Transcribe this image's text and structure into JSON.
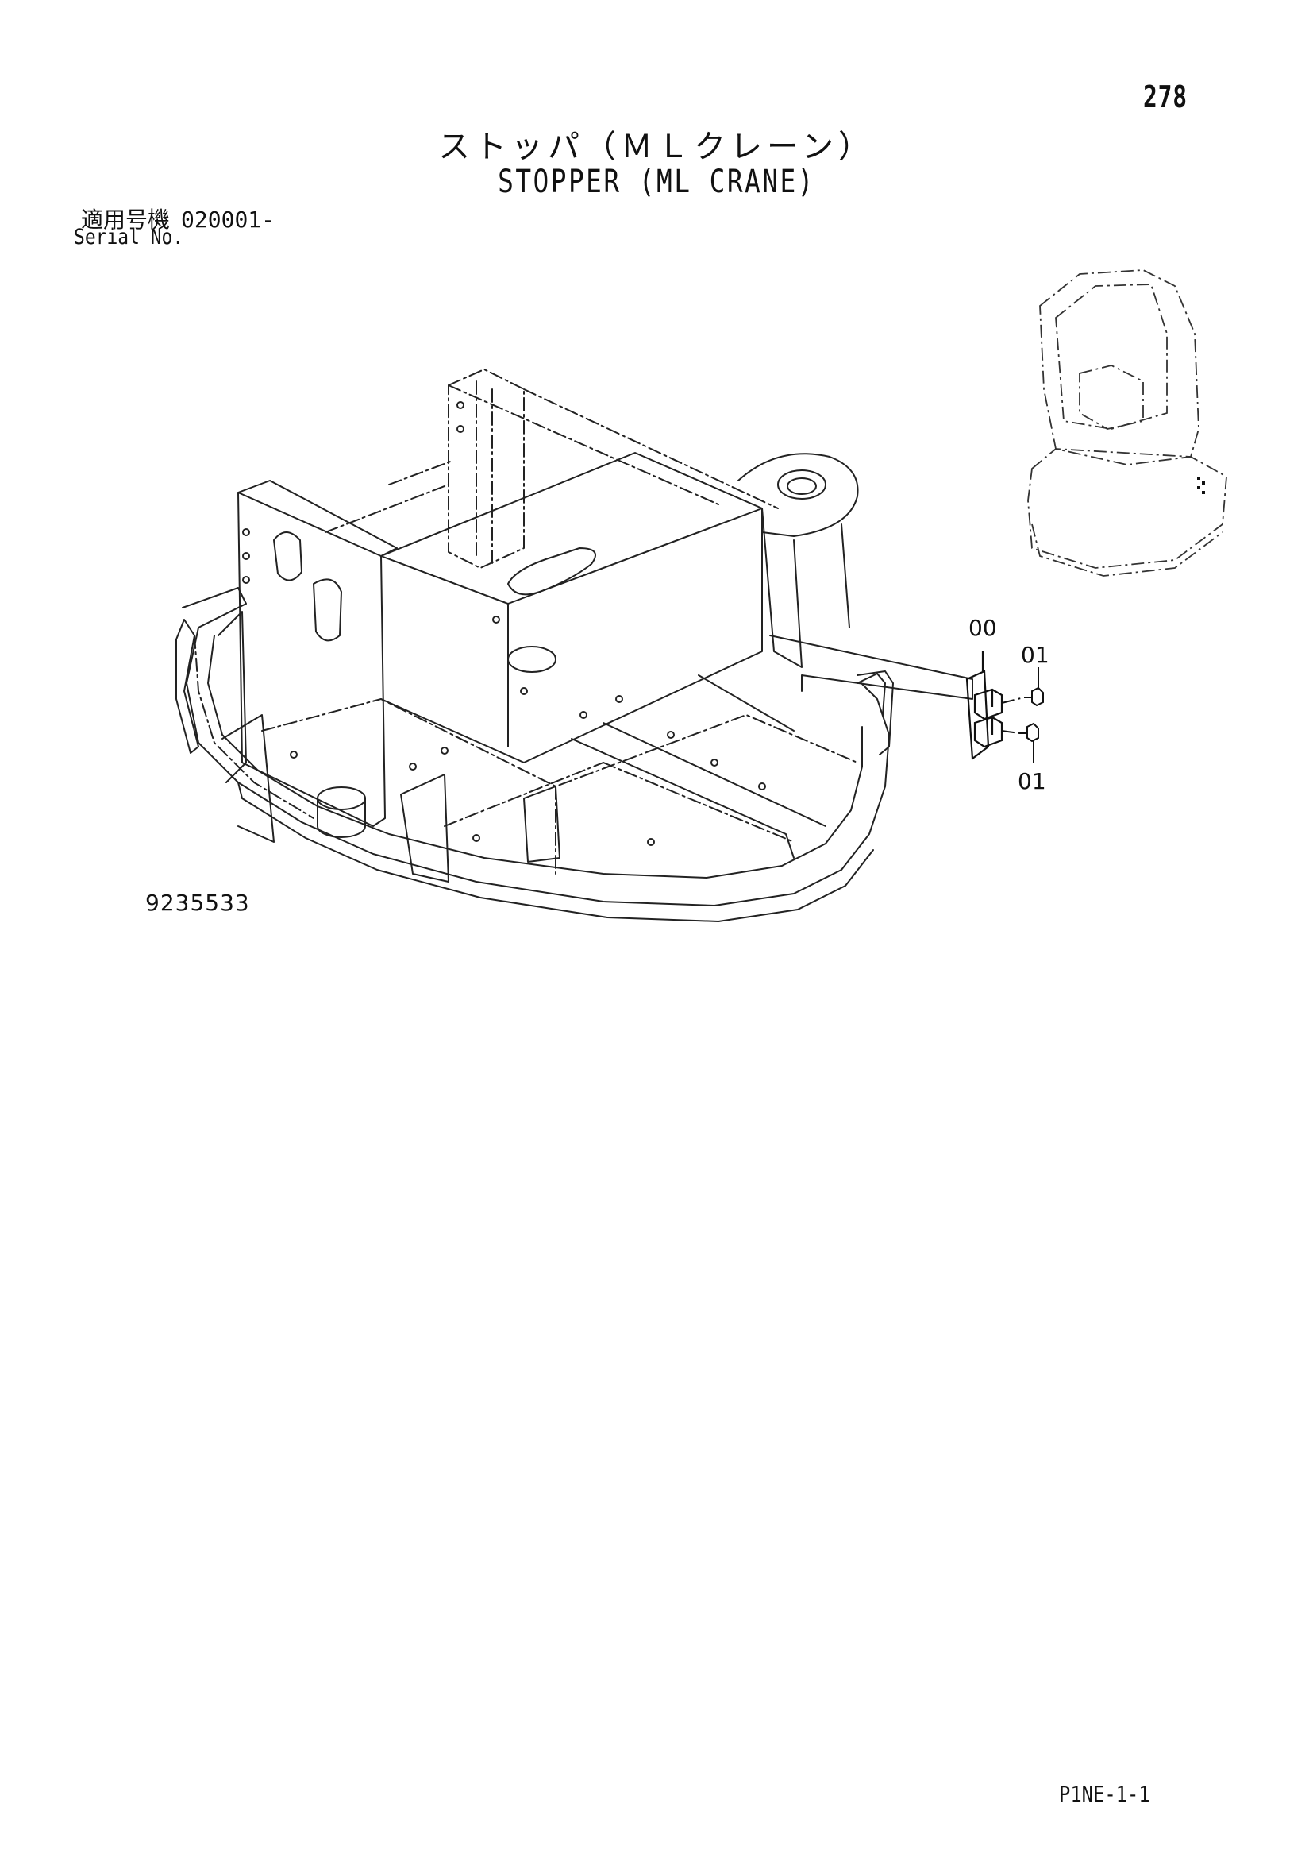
{
  "page": {
    "number": "278",
    "title_jp": "ストッパ（ＭＬクレーン）",
    "title_en": "STOPPER (ML CRANE)",
    "serial_label_jp": "適用号機",
    "serial_value": "020001-",
    "serial_label_en": "Serial No.",
    "figure_number": "9235533",
    "footer_code": "P1NE-1-1"
  },
  "callouts": {
    "stopper": "00",
    "bolt_upper": "01",
    "bolt_lower": "01"
  }
}
